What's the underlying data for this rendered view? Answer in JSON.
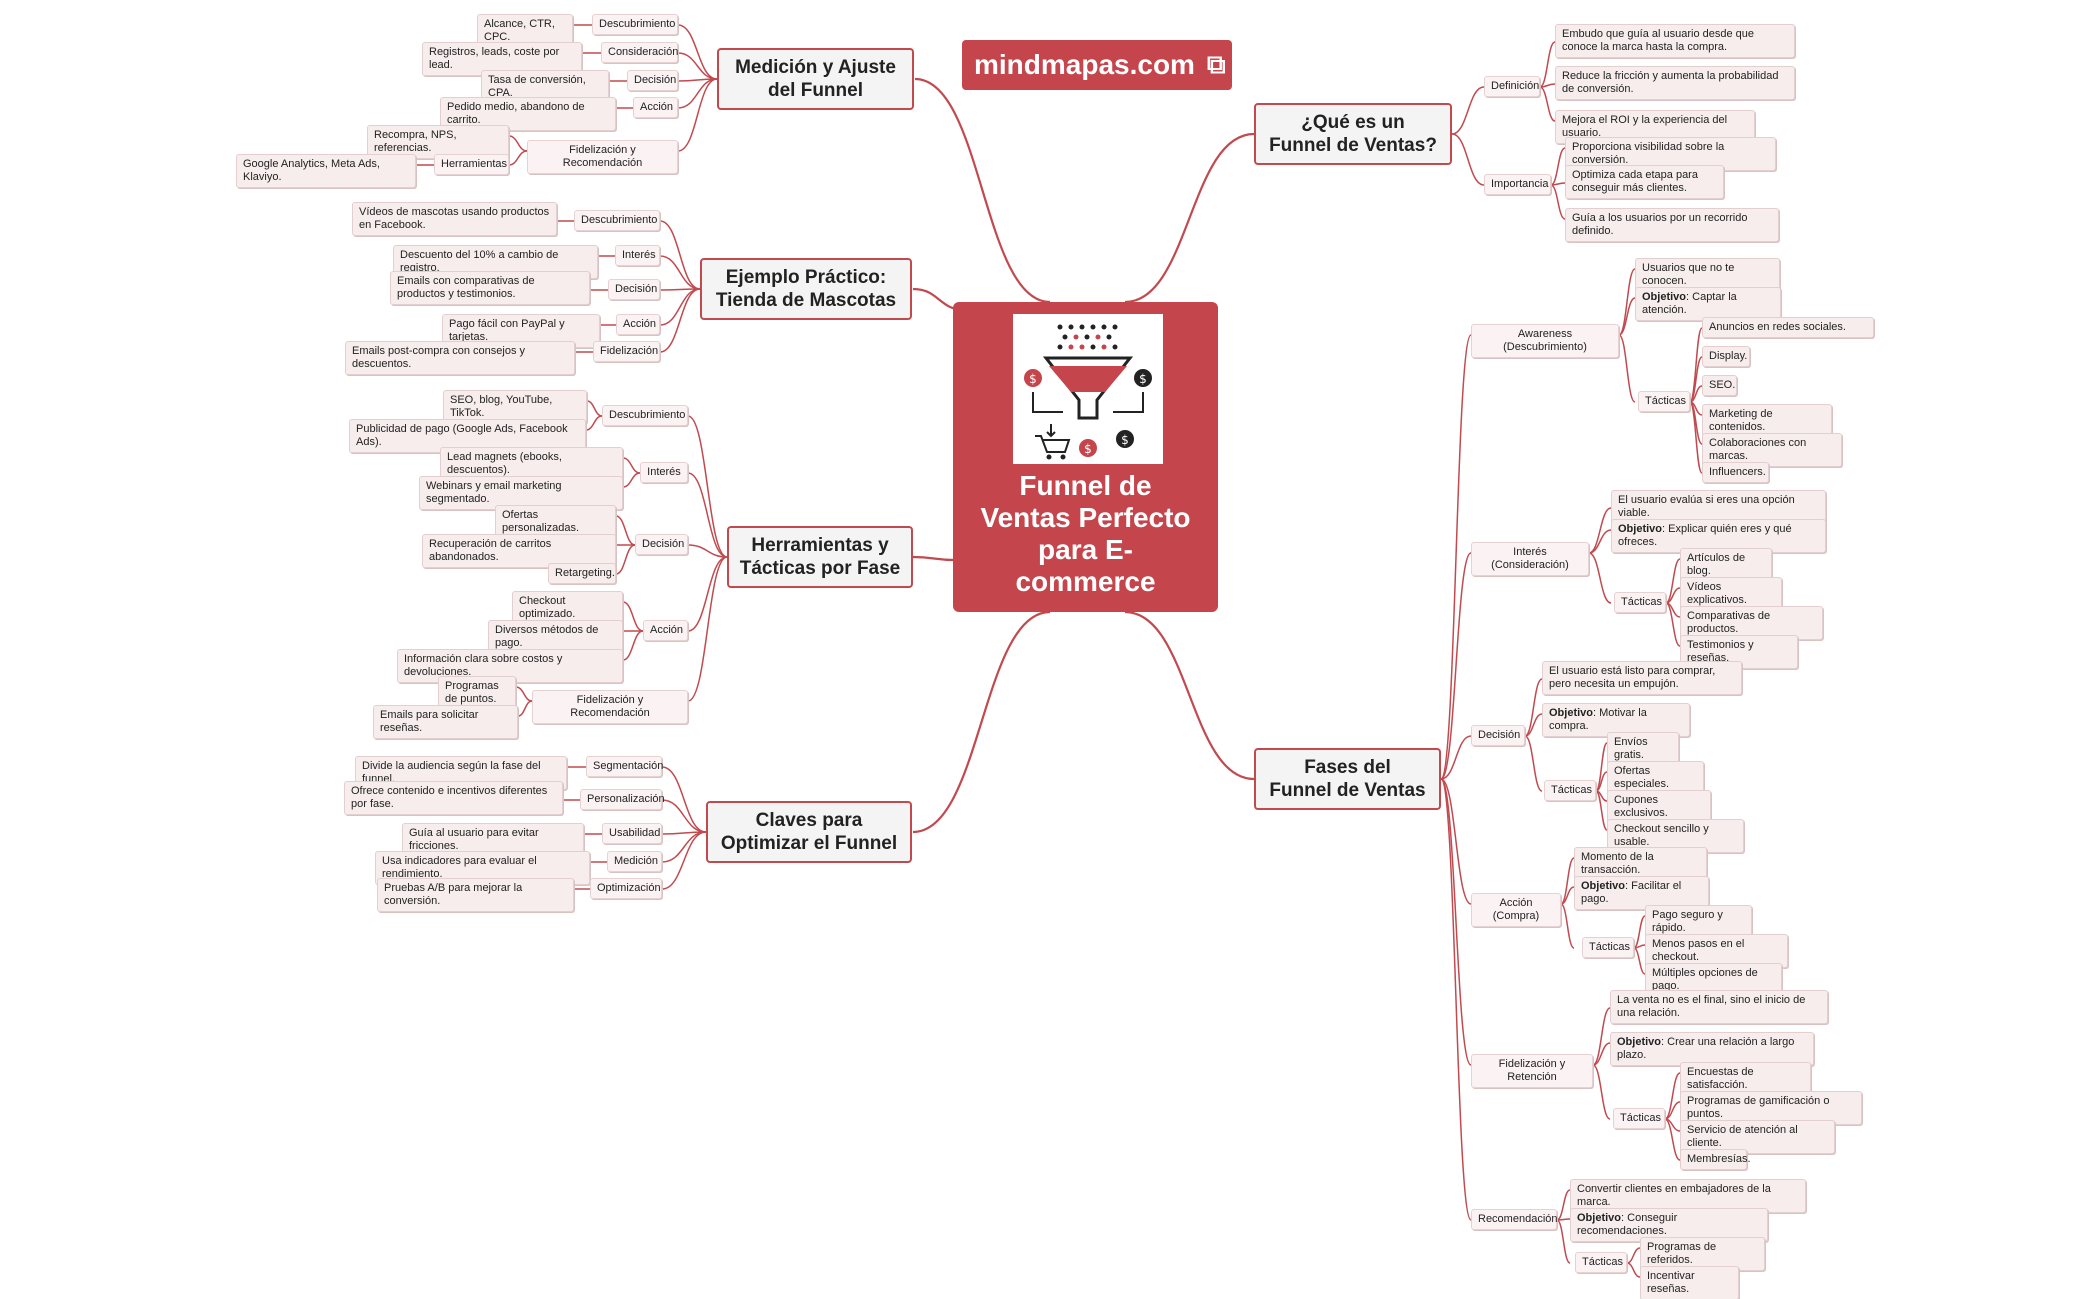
{
  "brand": {
    "label": "mindmapas.com",
    "icon": "external-link-icon"
  },
  "center": {
    "title": "Funnel de Ventas Perfecto para E-commerce",
    "title_lines": [
      "Funnel de",
      "Ventas Perfecto",
      "para E-",
      "commerce"
    ],
    "icon": "funnel-icon"
  },
  "colors": {
    "accent": "#c4454b",
    "line": "#c14a4f"
  },
  "branches": {
    "medicion": {
      "title_lines": [
        "Medición y Ajuste",
        "del Funnel"
      ],
      "subs": [
        {
          "label": "Descubrimiento",
          "leaves": [
            "Alcance, CTR, CPC."
          ]
        },
        {
          "label": "Consideración",
          "leaves": [
            "Registros, leads, coste por lead."
          ]
        },
        {
          "label": "Decisión",
          "leaves": [
            "Tasa de conversión, CPA."
          ]
        },
        {
          "label": "Acción",
          "leaves": [
            "Pedido medio, abandono de carrito."
          ]
        },
        {
          "label": "Fidelización y Recomendación",
          "leaves": [
            "Recompra, NPS, referencias."
          ],
          "sub": {
            "label": "Herramientas",
            "leaves": [
              "Google Analytics, Meta Ads, Klaviyo."
            ]
          }
        }
      ]
    },
    "ejemplo": {
      "title_lines": [
        "Ejemplo Práctico:",
        "Tienda de Mascotas"
      ],
      "subs": [
        {
          "label": "Descubrimiento",
          "leaves": [
            "Vídeos de mascotas usando productos en Facebook."
          ]
        },
        {
          "label": "Interés",
          "leaves": [
            "Descuento del 10% a cambio de registro."
          ]
        },
        {
          "label": "Decisión",
          "leaves": [
            "Emails con comparativas de productos y testimonios."
          ]
        },
        {
          "label": "Acción",
          "leaves": [
            "Pago fácil con PayPal y tarjetas."
          ]
        },
        {
          "label": "Fidelización",
          "leaves": [
            "Emails post-compra con consejos y descuentos."
          ]
        }
      ]
    },
    "herramientas": {
      "title_lines": [
        "Herramientas y",
        "Tácticas por Fase"
      ],
      "subs": [
        {
          "label": "Descubrimiento",
          "leaves": [
            "SEO, blog, YouTube, TikTok.",
            "Publicidad de pago (Google Ads, Facebook Ads)."
          ]
        },
        {
          "label": "Interés",
          "leaves": [
            "Lead magnets (ebooks, descuentos).",
            "Webinars y email marketing segmentado."
          ]
        },
        {
          "label": "Decisión",
          "leaves": [
            "Ofertas personalizadas.",
            "Recuperación de carritos abandonados.",
            "Retargeting."
          ]
        },
        {
          "label": "Acción",
          "leaves": [
            "Checkout optimizado.",
            "Diversos métodos de pago.",
            "Información clara sobre costos y devoluciones."
          ]
        },
        {
          "label": "Fidelización y Recomendación",
          "leaves": [
            "Programas de puntos.",
            "Emails para solicitar reseñas."
          ]
        }
      ]
    },
    "claves": {
      "title_lines": [
        "Claves para",
        "Optimizar el Funnel"
      ],
      "subs": [
        {
          "label": "Segmentación",
          "leaves": [
            "Divide la audiencia según la fase del funnel."
          ]
        },
        {
          "label": "Personalización",
          "leaves": [
            "Ofrece contenido e incentivos diferentes por fase."
          ]
        },
        {
          "label": "Usabilidad",
          "leaves": [
            "Guía al usuario para evitar fricciones."
          ]
        },
        {
          "label": "Medición",
          "leaves": [
            "Usa indicadores para evaluar el rendimiento."
          ]
        },
        {
          "label": "Optimización",
          "leaves": [
            "Pruebas A/B para mejorar la conversión."
          ]
        }
      ]
    },
    "que_es": {
      "title_lines": [
        "¿Qué es un",
        "Funnel de Ventas?"
      ],
      "subs": [
        {
          "label": "Definición",
          "leaves": [
            "Embudo que guía al usuario desde que conoce la marca hasta la compra.",
            "Reduce la fricción y aumenta la probabilidad de conversión.",
            "Mejora el ROI y la experiencia del usuario."
          ]
        },
        {
          "label": "Importancia",
          "leaves": [
            "Proporciona visibilidad sobre la conversión.",
            "Optimiza cada etapa para conseguir más clientes.",
            "Guía a los usuarios por un recorrido definido."
          ]
        }
      ]
    },
    "fases": {
      "title_lines": [
        "Fases del",
        "Funnel de Ventas"
      ],
      "objective_prefix": "Objetivo",
      "tactics_label": "Tácticas",
      "stages": [
        {
          "label": "Awareness (Descubrimiento)",
          "desc": "Usuarios que no te conocen.",
          "objective": ": Captar la atención.",
          "tactics": [
            "Anuncios en redes sociales.",
            "Display.",
            "SEO.",
            "Marketing de contenidos.",
            "Colaboraciones con marcas.",
            "Influencers."
          ]
        },
        {
          "label": "Interés (Consideración)",
          "desc": "El usuario evalúa si eres una opción viable.",
          "objective": ": Explicar quién eres y qué ofreces.",
          "tactics": [
            "Artículos de blog.",
            "Vídeos explicativos.",
            "Comparativas de productos.",
            "Testimonios y reseñas."
          ]
        },
        {
          "label": "Decisión",
          "desc": "El usuario está listo para comprar, pero necesita un empujón.",
          "objective": ": Motivar la compra.",
          "tactics": [
            "Envíos gratis.",
            "Ofertas especiales.",
            "Cupones exclusivos.",
            "Checkout sencillo y usable."
          ]
        },
        {
          "label": "Acción (Compra)",
          "desc": "Momento de la transacción.",
          "objective": ": Facilitar el pago.",
          "tactics": [
            "Pago seguro y rápido.",
            "Menos pasos en el checkout.",
            "Múltiples opciones de pago."
          ]
        },
        {
          "label": "Fidelización y Retención",
          "desc": "La venta no es el final, sino el inicio de una relación.",
          "objective": ": Crear una relación a largo plazo.",
          "tactics": [
            "Encuestas de satisfacción.",
            "Programas de gamificación o puntos.",
            "Servicio de atención al cliente.",
            "Membresías."
          ]
        },
        {
          "label": "Recomendación",
          "desc": "Convertir clientes en embajadores de la marca.",
          "objective": ": Conseguir recomendaciones.",
          "tactics": [
            "Programas de referidos.",
            "Incentivar reseñas."
          ]
        }
      ]
    }
  }
}
